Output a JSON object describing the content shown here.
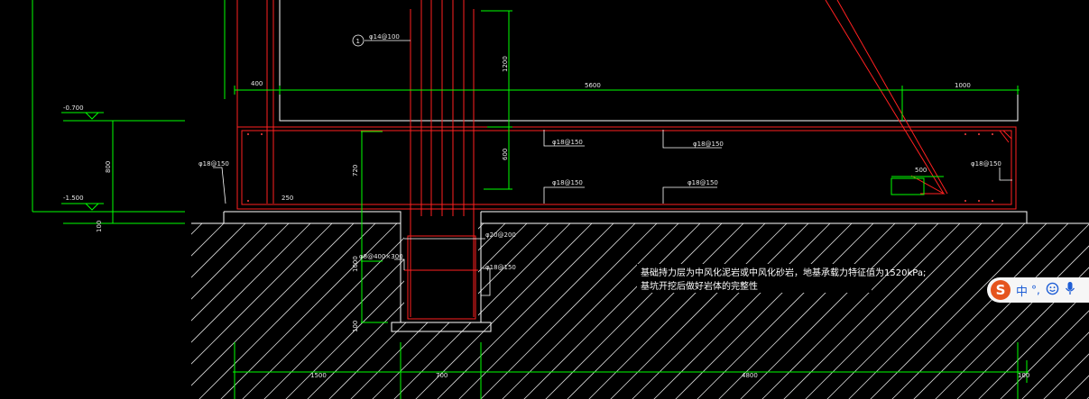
{
  "drawing": {
    "colors": {
      "background": "#000000",
      "dimension": "#00ff00",
      "concrete": "#ffffff",
      "rebar": "#ff2020",
      "hatch": "#ffffff"
    },
    "elevations": [
      "-0.700",
      "-1.500"
    ],
    "dims_top": [
      "400",
      "5600",
      "1000"
    ],
    "dims_left": [
      "800",
      "100"
    ],
    "dims_inner": [
      "1200",
      "600",
      "720",
      "250",
      "500",
      "1000",
      "100"
    ],
    "dims_bottom": [
      "1500",
      "700",
      "4800",
      "100"
    ],
    "rebar_labels": {
      "callout_mark": "1",
      "callout": "φ14@100",
      "top_left": "φ18@150",
      "top_mid": "φ18@150",
      "bottom_left": "φ18@150",
      "bottom_mid": "φ18@150",
      "left_end": "φ18@150",
      "right_end": "φ18@150",
      "pit_top": "φ20@200",
      "pit_side": "φ18@150",
      "pit_stirrup": "φ8@400×300"
    },
    "notes": [
      "基础持力层为中风化泥岩或中风化砂岩，地基承载力特征值为1520kPa;",
      "基坑开挖后做好岩体的完整性"
    ]
  },
  "ime_toolbar": {
    "logo": "S",
    "mode": "中",
    "punct": "°,",
    "emoji_icon": "smiley-icon",
    "mic_icon": "microphone-icon"
  }
}
